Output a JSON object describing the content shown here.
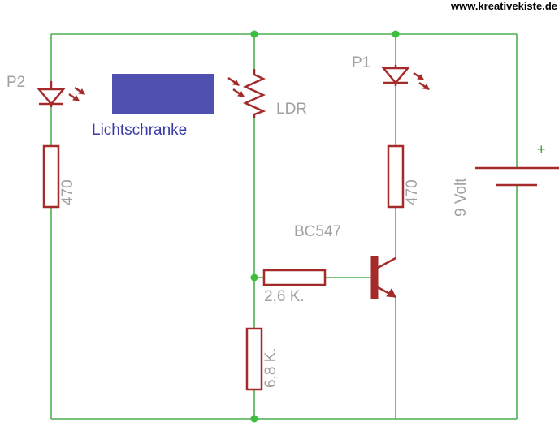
{
  "watermark": "www.kreativekiste.de",
  "sensor": {
    "label": "Lichtschranke",
    "color": "#5050b0"
  },
  "components": {
    "led_p2": {
      "label": "P2"
    },
    "resistor_left": {
      "value": "470"
    },
    "ldr": {
      "label": "LDR"
    },
    "led_p1": {
      "label": "P1"
    },
    "resistor_right": {
      "value": "470"
    },
    "transistor": {
      "label": "BC547"
    },
    "resistor_base": {
      "value": "2,6 K."
    },
    "resistor_bottom": {
      "value": "6,8 K."
    },
    "battery": {
      "label": "9 Volt",
      "plus": "+"
    }
  },
  "colors": {
    "wire": "#4caf50",
    "component": "#a52a2a",
    "node": "#3cbf3c",
    "label": "#a0a0a0"
  }
}
